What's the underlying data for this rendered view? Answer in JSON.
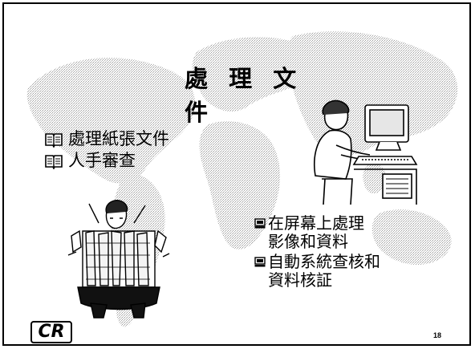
{
  "title": "處 理 文 件",
  "left_items": [
    {
      "icon": "open-book-icon",
      "text": "處理紙張文件"
    },
    {
      "icon": "open-book-icon",
      "text": "人手審查"
    }
  ],
  "right_items": [
    {
      "icon": "computer-icon",
      "lines": [
        "在屏幕上處理",
        "影像和資料"
      ]
    },
    {
      "icon": "computer-icon",
      "lines": [
        "自動系統查核和",
        "資料核証"
      ]
    }
  ],
  "logo_text": "CR",
  "page_number": "18",
  "colors": {
    "ink": "#000000",
    "background": "#ffffff",
    "map_dither": "#9a9a9a"
  }
}
